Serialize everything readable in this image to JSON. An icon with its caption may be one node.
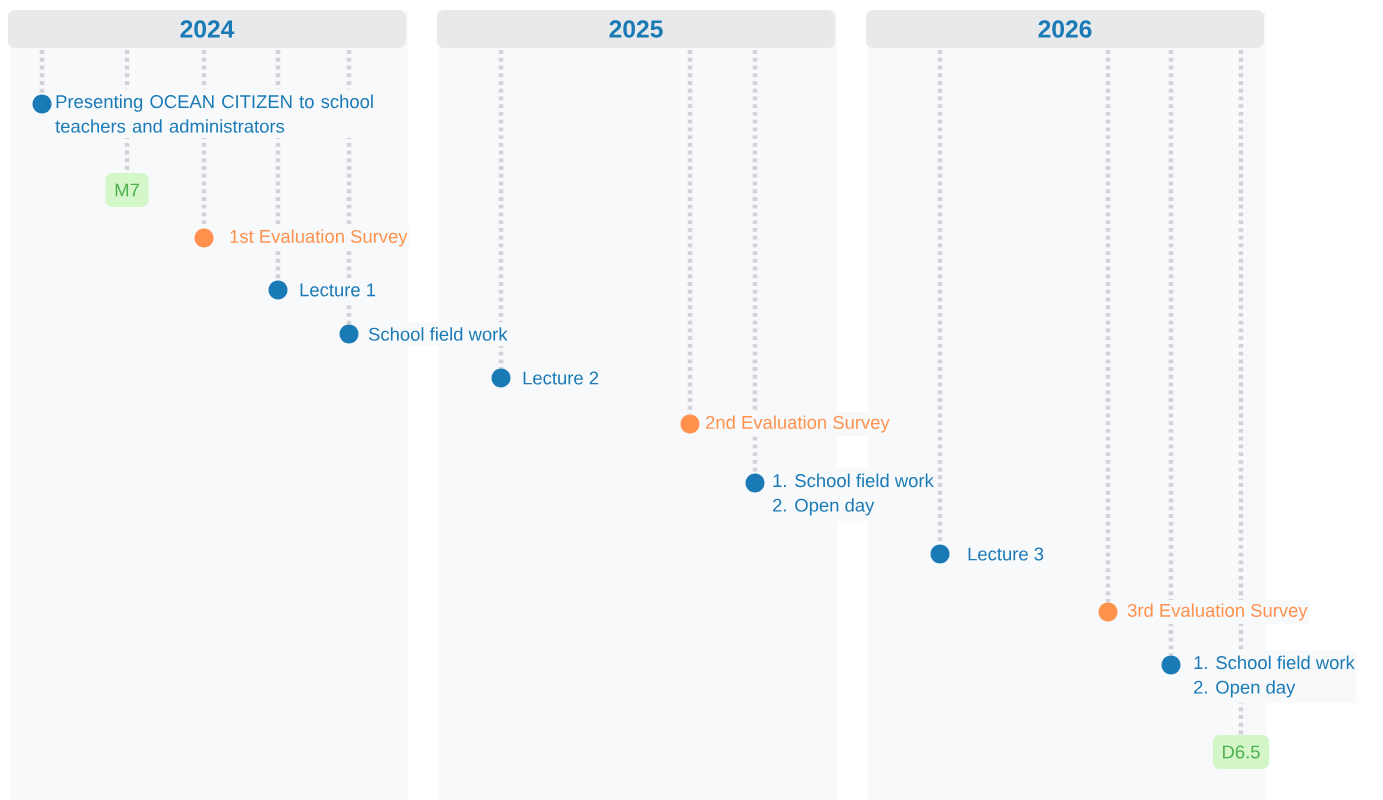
{
  "diagram": {
    "nodes": [
      {
        "text": [
          "2024"
        ]
      },
      {
        "text": [],
        "shape": "circle",
        "beside": [
          "Presenting OCEAN CITIZEN to school teachers and administrators"
        ]
      },
      {
        "text": [
          "M7"
        ]
      },
      {
        "text": [],
        "shape": "circle",
        "beside": [
          "1st Evaluation Survey"
        ]
      },
      {
        "text": [],
        "shape": "circle",
        "beside": [
          "Lecture 1"
        ]
      },
      {
        "text": [],
        "shape": "circle",
        "beside": [
          "School field work"
        ]
      },
      {
        "text": [
          "2025"
        ]
      },
      {
        "text": [],
        "shape": "circle",
        "beside": [
          "Lecture 2"
        ]
      },
      {
        "text": [],
        "shape": "circle",
        "beside": [
          "2nd Evaluation Survey"
        ]
      },
      {
        "text": [],
        "shape": "circle",
        "beside": [
          "1. School field work",
          "2. Open day"
        ]
      },
      {
        "text": [
          "2026"
        ]
      },
      {
        "text": [],
        "shape": "circle",
        "beside": [
          "Lecture 3"
        ]
      },
      {
        "text": [],
        "shape": "circle",
        "beside": [
          "3rd Evaluation Survey"
        ]
      },
      {
        "text": [],
        "shape": "circle",
        "beside": [
          "1. School field work",
          "2. Open day"
        ]
      },
      {
        "text": [
          "D6.5"
        ]
      }
    ],
    "edges": [
      {
        "from": 0,
        "to": 1,
        "arrow": "none"
      },
      {
        "from": 0,
        "to": 2,
        "arrow": "none"
      },
      {
        "from": 0,
        "to": 3,
        "arrow": "none"
      },
      {
        "from": 0,
        "to": 4,
        "arrow": "none"
      },
      {
        "from": 0,
        "to": 5,
        "arrow": "none"
      },
      {
        "from": 6,
        "to": 7,
        "arrow": "none"
      },
      {
        "from": 6,
        "to": 8,
        "arrow": "none"
      },
      {
        "from": 6,
        "to": 9,
        "arrow": "none"
      },
      {
        "from": 10,
        "to": 11,
        "arrow": "none"
      },
      {
        "from": 10,
        "to": 12,
        "arrow": "none"
      },
      {
        "from": 10,
        "to": 13,
        "arrow": "none"
      },
      {
        "from": 10,
        "to": 14,
        "arrow": "none"
      }
    ]
  }
}
